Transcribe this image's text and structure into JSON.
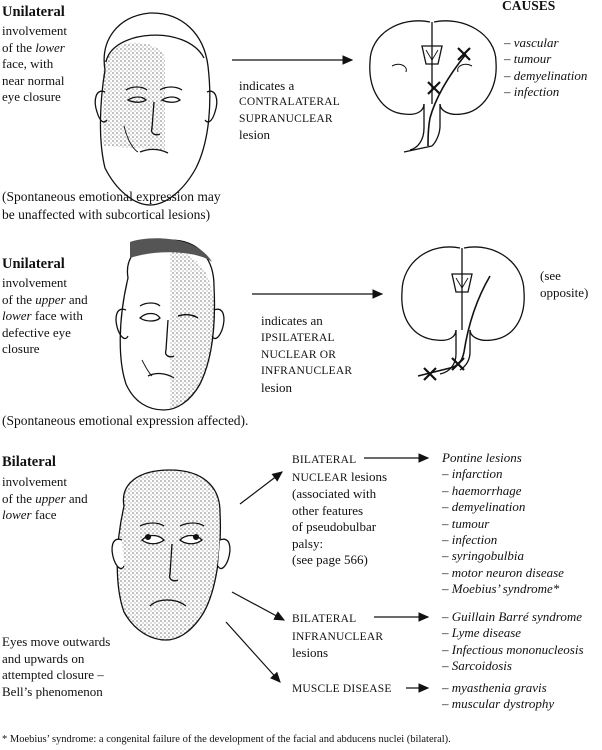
{
  "causes_heading": "CAUSES",
  "panel1": {
    "title": "Unilateral",
    "lines": [
      {
        "pre": "involvement\nof the ",
        "em": "lower",
        "post": "\nface, with\nnear normal\neye closure"
      }
    ],
    "indicates_a": "indicates a",
    "lesion_type": "CONTRALATERAL\nSUPRANUCLEAR",
    "lesion": "lesion",
    "causes": [
      "– vascular",
      "– tumour",
      "– demyelination",
      "– infection"
    ],
    "note": "(Spontaneous emotional expression may\nbe unaffected with subcortical lesions)"
  },
  "panel2": {
    "title": "Unilateral",
    "desc_pre": "involvement\nof the ",
    "desc_em1": "upper",
    "desc_mid": " and\n",
    "desc_em2": "lower",
    "desc_post": " face with\ndefective eye\nclosure",
    "indicates_an": "indicates an",
    "lesion_type": "IPSILATERAL\nNUCLEAR OR\nINFRANUCLEAR",
    "lesion": "lesion",
    "see_opposite": "(see\nopposite)",
    "note": "(Spontaneous emotional expression affected)."
  },
  "panel3": {
    "title": "Bilateral",
    "desc_pre": "involvement\nof the ",
    "desc_em1": "upper",
    "desc_mid": " and\n",
    "desc_em2": "lower",
    "desc_post": " face",
    "bell": "Eyes move outwards\nand upwards on\nattempted closure –\nBell’s phenomenon",
    "nuclear_label": "BILATERAL\nNUCLEAR",
    "nuclear_rest": " lesions\n(associated with\nother features\nof pseudobulbar\npalsy:\n(see page 566)",
    "infranuclear_label": "BILATERAL\nINFRANUCLEAR",
    "infranuclear_rest": "\nlesions",
    "muscle_label": "MUSCLE DISEASE",
    "pontine_list": [
      "Pontine lesions",
      "– infarction",
      "– haemorrhage",
      "– demyelination",
      "– tumour",
      "– infection",
      "– syringobulbia",
      "– motor neuron disease",
      "– Moebius’ syndrome*"
    ],
    "infra_list": [
      "– Guillain Barré syndrome",
      "– Lyme disease",
      "– Infectious mononucleosis",
      "– Sarcoidosis"
    ],
    "muscle_list": [
      "– myasthenia gravis",
      "– muscular dystrophy"
    ]
  },
  "footnote": "* Moebius’ syndrome: a congenital failure of the development of the facial and abducens nuclei (bilateral)."
}
